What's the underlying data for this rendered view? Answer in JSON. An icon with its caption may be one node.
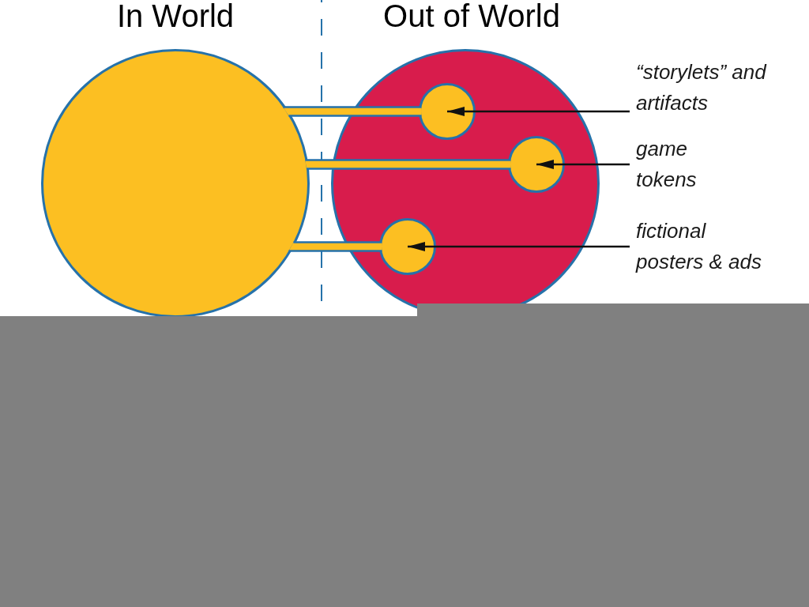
{
  "diagram": {
    "nodes": [
      {
        "text": [
          "In World"
        ]
      },
      {
        "text": [
          "Out of World"
        ]
      },
      {
        "text": [],
        "shape": "circle",
        "in": 1
      },
      {
        "text": [],
        "shape": "circle",
        "in": 1
      },
      {
        "text": [],
        "shape": "circle",
        "in": 1
      },
      {
        "text": [
          "“storylets” and artifacts"
        ]
      },
      {
        "text": [
          "game tokens"
        ]
      },
      {
        "text": [
          "fictional posters & ads"
        ]
      }
    ],
    "edges": [
      {
        "from": 0,
        "to": 2,
        "arrow": "none",
        "style": "thick",
        "color": "#fcbf22"
      },
      {
        "from": 0,
        "to": 3,
        "arrow": "none",
        "style": "thick",
        "color": "#fcbf22"
      },
      {
        "from": 0,
        "to": 4,
        "arrow": "none",
        "style": "thick",
        "color": "#fcbf22"
      },
      {
        "from": 5,
        "to": 2,
        "arrow": "to"
      },
      {
        "from": 6,
        "to": 3,
        "arrow": "to"
      },
      {
        "from": 7,
        "to": 4,
        "arrow": "to"
      }
    ]
  }
}
